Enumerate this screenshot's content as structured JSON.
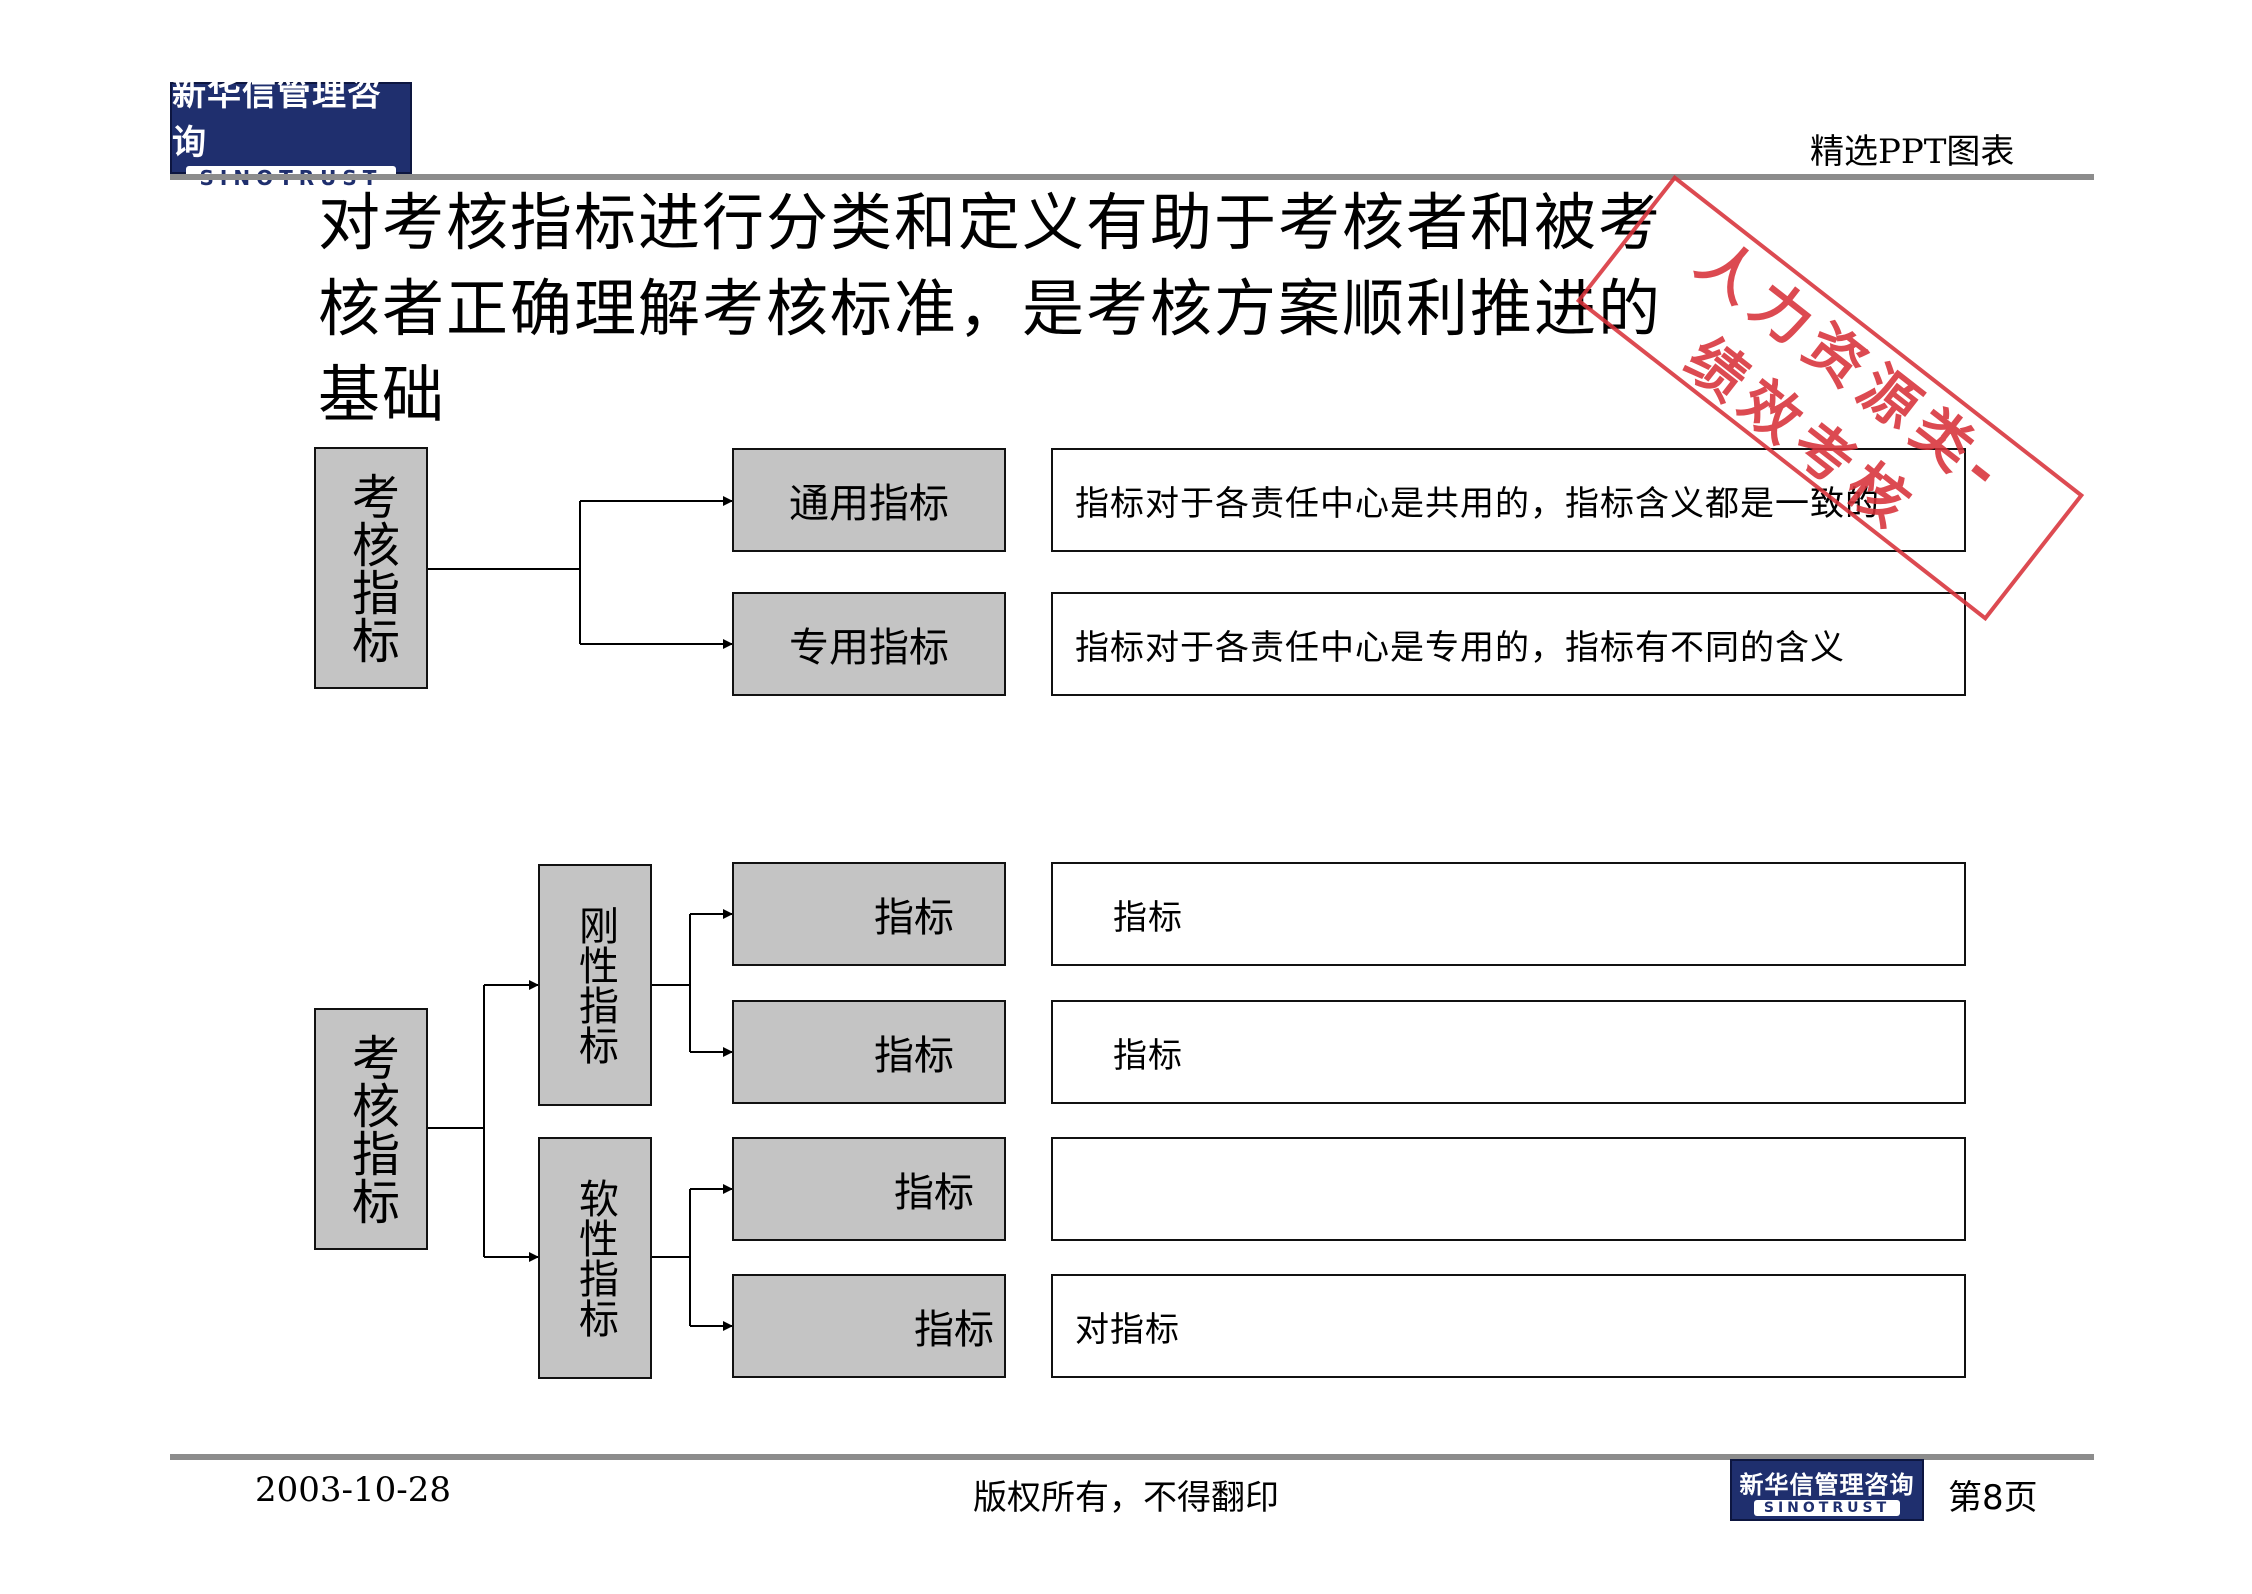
{
  "header": {
    "logo_cn": "新华信管理咨询",
    "logo_en": "SINOTRUST",
    "top_right_label": "精选PPT图表"
  },
  "title": {
    "line1": "对考核指标进行分类和定义有助于考核者和被考",
    "line2": "核者正确理解考核标准，是考核方案顺利推进的",
    "line3": "基础"
  },
  "stamp": {
    "line1": "人力资源类-",
    "line2": "绩效考核"
  },
  "diagram_top": {
    "root_label": "考核指标",
    "items": [
      {
        "category": "通用指标",
        "description": "指标对于各责任中心是共用的，指标含义都是一致的"
      },
      {
        "category": "专用指标",
        "description": "指标对于各责任中心是专用的，指标有不同的含义"
      }
    ]
  },
  "diagram_bottom": {
    "root_label": "考核指标",
    "groups": [
      {
        "label": "刚性指标",
        "items": [
          {
            "category": "指标",
            "description": "指标"
          },
          {
            "category": "指标",
            "description": "指标"
          }
        ]
      },
      {
        "label": "软性指标",
        "items": [
          {
            "category": "指标",
            "description": ""
          },
          {
            "category": "指标",
            "description": "对指标"
          }
        ]
      }
    ]
  },
  "footer": {
    "date": "2003-10-28",
    "copyright": "版权所有，不得翻印",
    "logo_cn": "新华信管理咨询",
    "logo_en": "SINOTRUST",
    "page": "第8页"
  }
}
